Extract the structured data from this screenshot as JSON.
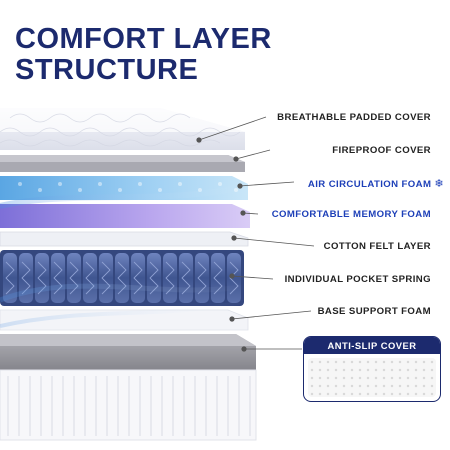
{
  "title": {
    "line1": "COMFORT LAYER",
    "line2": "STRUCTURE"
  },
  "layers": [
    {
      "label": "BREATHABLE PADDED COVER",
      "highlight": false
    },
    {
      "label": "FIREPROOF COVER",
      "highlight": false
    },
    {
      "label": "AIR CIRCULATION FOAM",
      "highlight": true,
      "icon": "snowflake-icon"
    },
    {
      "label": "COMFORTABLE MEMORY FOAM",
      "highlight": true
    },
    {
      "label": "COTTON FELT LAYER",
      "highlight": false
    },
    {
      "label": "INDIVIDUAL POCKET SPRING",
      "highlight": false
    },
    {
      "label": "BASE SUPPORT FOAM",
      "highlight": false
    }
  ],
  "anti_slip": {
    "label": "ANTI-SLIP COVER"
  },
  "colors": {
    "navy": "#1c2a6e",
    "blue_text": "#1d3fb8",
    "air_foam": "#8fc7ee",
    "memory_foam": "#b9a6ee",
    "spring": "#4a5f98",
    "base_gray": "#9a9aa0"
  }
}
